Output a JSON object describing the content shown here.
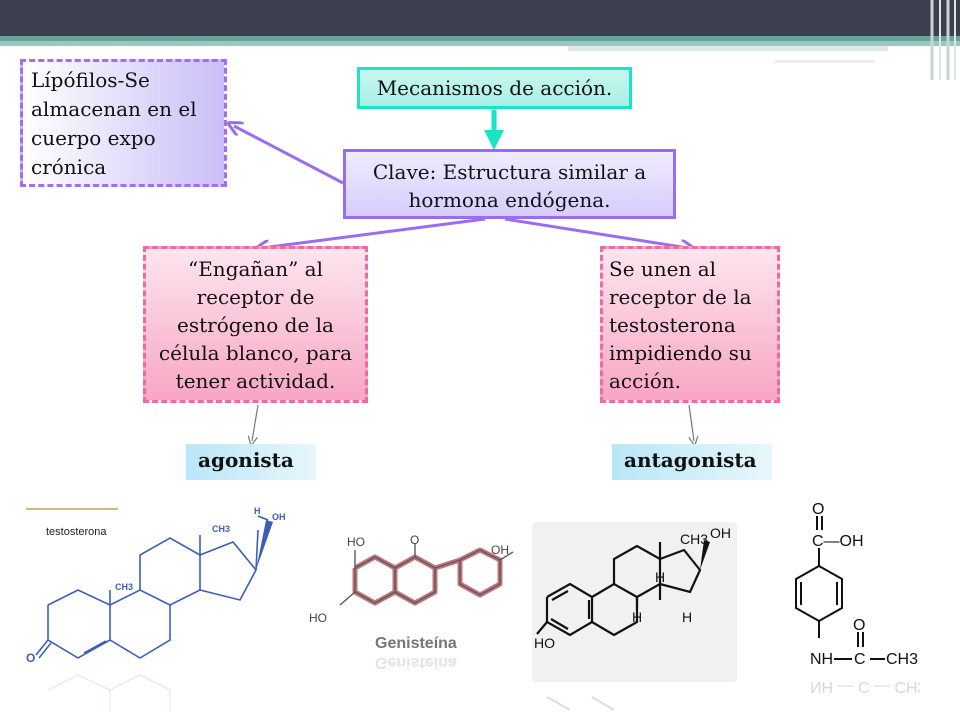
{
  "boxes": {
    "main": "Mecanismos de acción.",
    "key": "Clave: Estructura similar a hormona endógena.",
    "lipofilos": "Lípófilos-Se almacenan en el cuerpo  expo crónica",
    "agonist_desc": "“Engañan” al receptor de estrógeno de la célula blanco, para tener actividad.",
    "antagonist_desc": "Se unen al receptor de la testosterona impidiendo su acción."
  },
  "labels": {
    "agonist": "agonista",
    "antagonist": "antagonista"
  },
  "structures": {
    "testosterone": {
      "name": "testosterona",
      "oh": "OH",
      "ch3_top": "CH3",
      "ch3_mid": "CH3",
      "h": "H",
      "o": "O"
    },
    "genistein": {
      "name": "Genisteína",
      "ho_top": "HO",
      "o": "O",
      "oh": "OH",
      "ho_left": "HO"
    },
    "estradiol": {
      "ch3": "CH3",
      "oh": "OH",
      "h1": "H",
      "h2": "H",
      "h3": "H",
      "ho": "HO"
    },
    "paba_acetyl": {
      "o_top": "O",
      "acid": "C—OH",
      "nh": "NH",
      "c": "C",
      "ch3": "CH3",
      "o_side": "O"
    }
  },
  "colors": {
    "header": "#3d3f4e",
    "teal": "#6aa39a",
    "cyan_arrow": "#1be3c8",
    "purple_arrow": "#9a6cf0",
    "blue_struct": "#3c5fb5",
    "pink_struct": "#c1727b"
  }
}
